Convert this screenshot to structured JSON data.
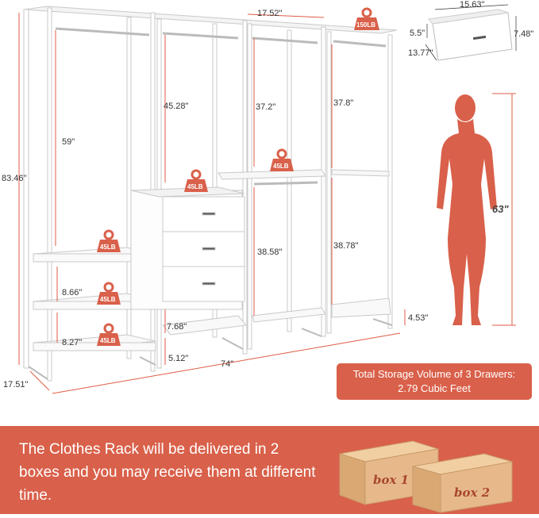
{
  "dimensions": {
    "overall_height": "83.46\"",
    "overall_width": "74\"",
    "depth": "17.51\"",
    "section_width": "17.52\"",
    "left_hang_height": "59\"",
    "mid_hang_height": "45.28\"",
    "right_upper_hang": "37.2\"",
    "far_right_upper_hang": "37.8\"",
    "right_lower_hang": "38.58\"",
    "far_right_lower_hang": "38.78\"",
    "shelf_gap_1": "8.66\"",
    "shelf_gap_2": "8.27\"",
    "drawer_bottom_gap": "7.68\"",
    "foot_height": "5.12\"",
    "leg_height": "4.53\""
  },
  "drawer": {
    "width": "15.63\"",
    "height_inner": "5.5\"",
    "height_outer": "7.48\"",
    "depth": "13.77\""
  },
  "weights": {
    "top": "150LB",
    "hang_right": "45LB",
    "drawer_top": "45LB",
    "shelf_1": "45LB",
    "shelf_2": "45LB",
    "shelf_3": "45LB"
  },
  "person": {
    "height": "63\""
  },
  "volume": {
    "line1": "Total Storage Volume of 3 Drawers:",
    "line2": "2.79 Cubic Feet"
  },
  "banner": {
    "text": "The Clothes Rack will be delivered in 2 boxes and you may receive them at different time.",
    "box1": "box 1",
    "box2": "box 2"
  },
  "colors": {
    "accent": "#d9604a",
    "box": "#e7b98a",
    "frame": "#ffffff",
    "dim_line": "#e05b44"
  }
}
